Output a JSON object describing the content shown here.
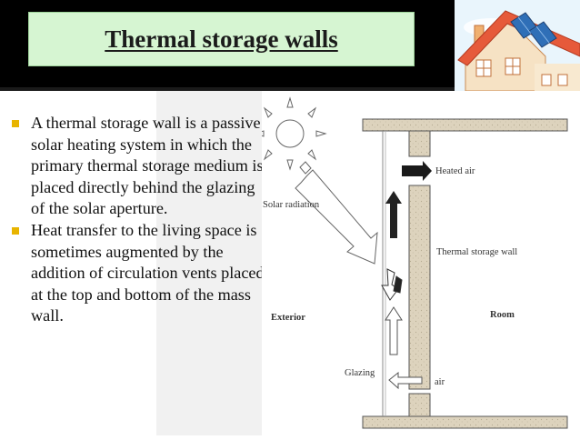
{
  "slide": {
    "title": "Thermal storage walls",
    "bullets": [
      "A thermal storage wall is a passive solar heating system in which the primary thermal storage medium is placed directly behind the glazing of the solar aperture.",
      "Heat transfer to the living space is sometimes augmented by the addition of circulation vents placed at the top and bottom of the mass wall."
    ]
  },
  "diagram": {
    "labels": {
      "heated_air": "Heated air",
      "solar_radiation": "Solar radiation",
      "thermal_storage_wall": "Thermal storage  wall",
      "exterior": "Exterior",
      "room": "Room",
      "glazing": "Glazing",
      "air": "air"
    }
  },
  "colors": {
    "accent_bullet": "#e8b400",
    "title_box": "#d6f5d2",
    "header_band": "#000000",
    "wall_fill": "#ddd3bd"
  },
  "icons": {
    "house": "house-solar-panel-icon",
    "sun": "sun-icon"
  }
}
